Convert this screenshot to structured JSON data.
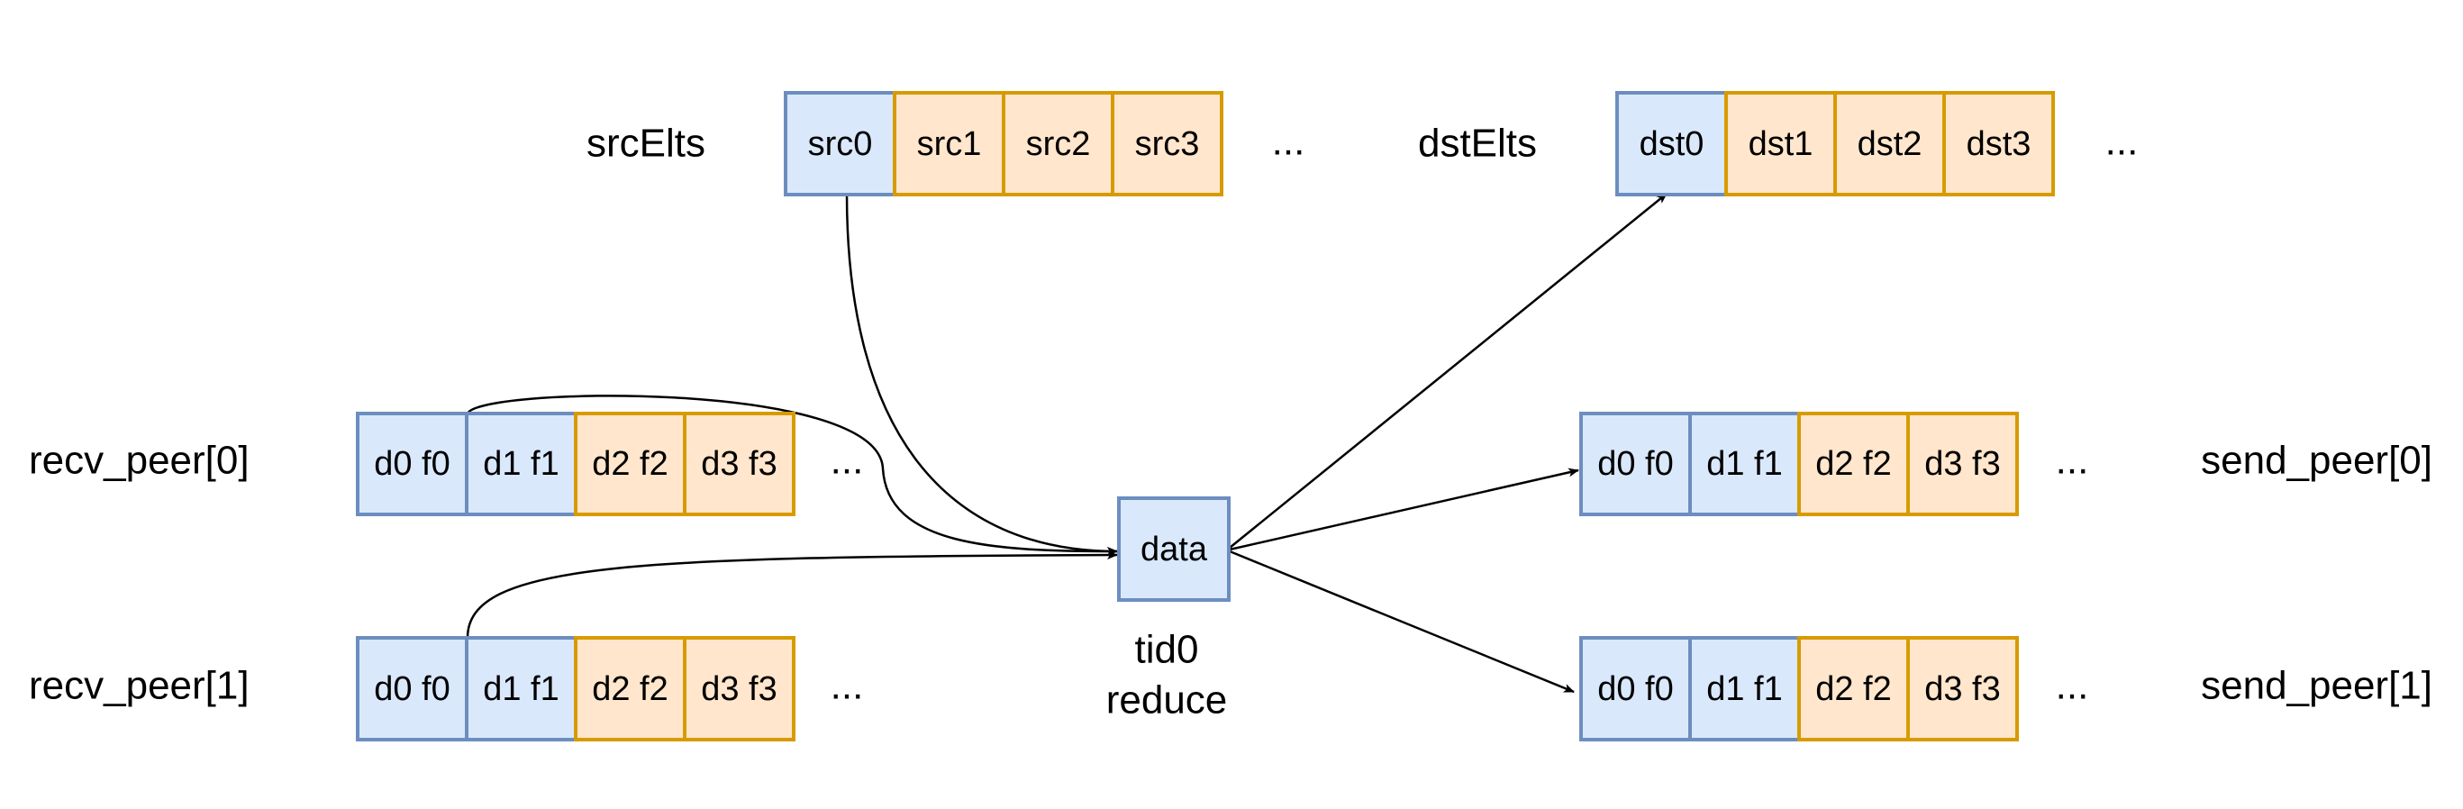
{
  "src_row": {
    "label": "srcElts",
    "cells": [
      {
        "text": "src0",
        "color": "blue"
      },
      {
        "text": "src1",
        "color": "orange"
      },
      {
        "text": "src2",
        "color": "orange"
      },
      {
        "text": "src3",
        "color": "orange"
      }
    ],
    "ellipsis": "..."
  },
  "dst_row": {
    "label": "dstElts",
    "cells": [
      {
        "text": "dst0",
        "color": "blue"
      },
      {
        "text": "dst1",
        "color": "orange"
      },
      {
        "text": "dst2",
        "color": "orange"
      },
      {
        "text": "dst3",
        "color": "orange"
      }
    ],
    "ellipsis": "..."
  },
  "recv0_row": {
    "label": "recv_peer[0]",
    "cells": [
      {
        "text": "d0 f0",
        "color": "blue"
      },
      {
        "text": "d1 f1",
        "color": "blue"
      },
      {
        "text": "d2 f2",
        "color": "orange"
      },
      {
        "text": "d3 f3",
        "color": "orange"
      }
    ],
    "ellipsis": "..."
  },
  "recv1_row": {
    "label": "recv_peer[1]",
    "cells": [
      {
        "text": "d0 f0",
        "color": "blue"
      },
      {
        "text": "d1 f1",
        "color": "blue"
      },
      {
        "text": "d2 f2",
        "color": "orange"
      },
      {
        "text": "d3 f3",
        "color": "orange"
      }
    ],
    "ellipsis": "..."
  },
  "send0_row": {
    "label": "send_peer[0]",
    "cells": [
      {
        "text": "d0 f0",
        "color": "blue"
      },
      {
        "text": "d1 f1",
        "color": "blue"
      },
      {
        "text": "d2 f2",
        "color": "orange"
      },
      {
        "text": "d3 f3",
        "color": "orange"
      }
    ],
    "ellipsis": "..."
  },
  "send1_row": {
    "label": "send_peer[1]",
    "cells": [
      {
        "text": "d0 f0",
        "color": "blue"
      },
      {
        "text": "d1 f1",
        "color": "blue"
      },
      {
        "text": "d2 f2",
        "color": "orange"
      },
      {
        "text": "d3 f3",
        "color": "orange"
      }
    ],
    "ellipsis": "..."
  },
  "data_node": {
    "text": "data",
    "caption_line1": "tid0",
    "caption_line2": "reduce"
  },
  "colors": {
    "blue_fill": "#dae8fc",
    "blue_stroke": "#6c8ebf",
    "orange_fill": "#ffe6cc",
    "orange_stroke": "#d79b00",
    "edge": "#000000"
  }
}
